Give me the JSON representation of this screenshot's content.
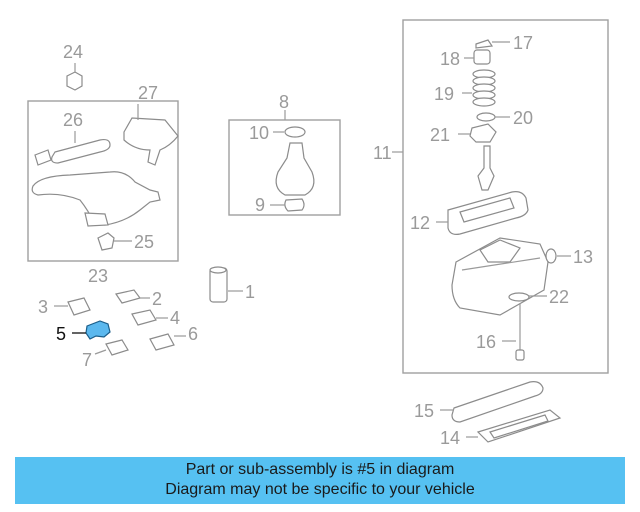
{
  "diagram": {
    "callouts": {
      "c1": "1",
      "c2": "2",
      "c3": "3",
      "c4": "4",
      "c5": "5",
      "c6": "6",
      "c7": "7",
      "c8": "8",
      "c9": "9",
      "c10": "10",
      "c11": "11",
      "c12": "12",
      "c13": "13",
      "c14": "14",
      "c15": "15",
      "c16": "16",
      "c17": "17",
      "c18": "18",
      "c19": "19",
      "c20": "20",
      "c21": "21",
      "c22": "22",
      "c23": "23",
      "c24": "24",
      "c25": "25",
      "c26": "26",
      "c27": "27"
    },
    "highlight_color": "#5bb8ee"
  },
  "banner": {
    "line1": "Part or sub-assembly is #5 in diagram",
    "line2": "Diagram may not be specific to your vehicle",
    "background": "#56c1f2"
  }
}
